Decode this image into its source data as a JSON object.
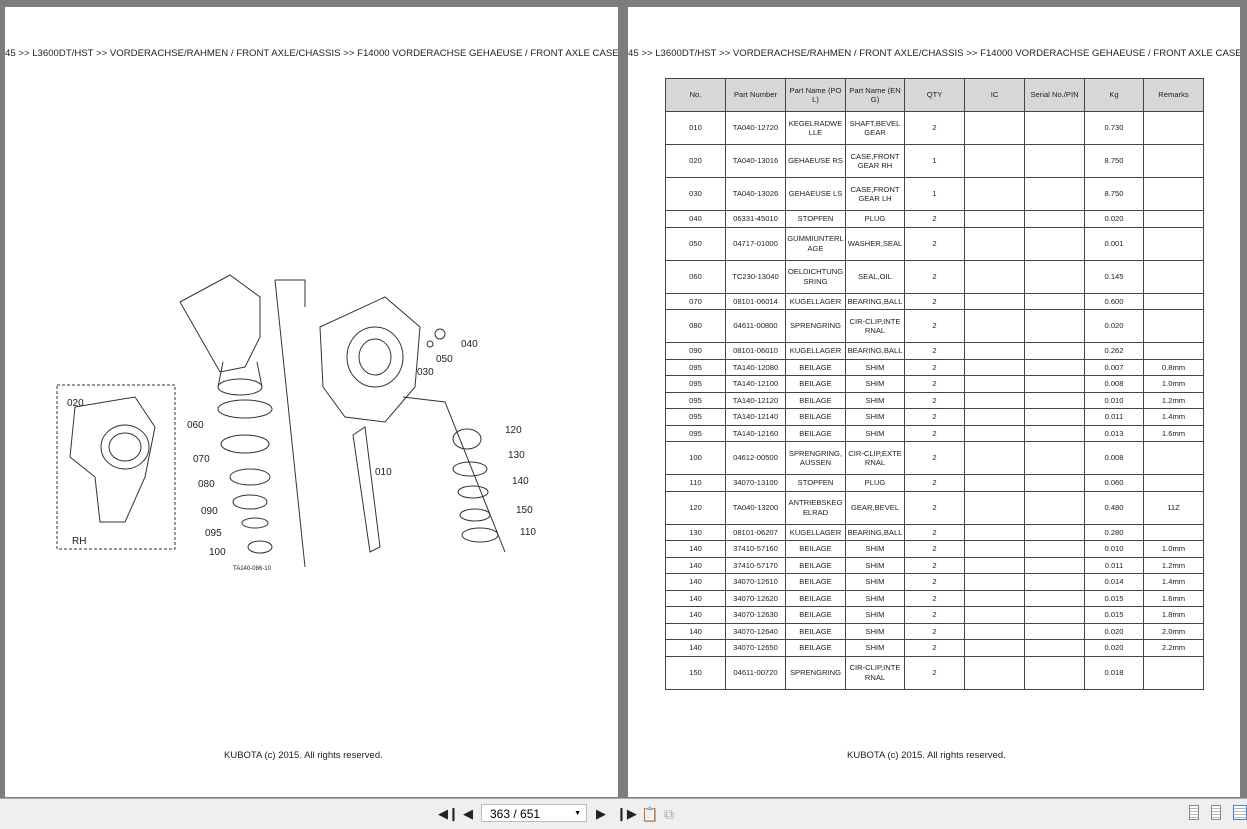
{
  "breadcrumb": "45 >> L3600DT/HST >> VORDERACHSE/RAHMEN / FRONT AXLE/CHASSIS >> F14000   VORDERACHSE GEHAEUSE / FRONT AXLE CASE",
  "footer": "KUBOTA (c) 2015. All rights reserved.",
  "diagram": {
    "labels": [
      "020",
      "060",
      "070",
      "080",
      "090",
      "095",
      "100",
      "RH",
      "010",
      "030",
      "040",
      "050",
      "120",
      "130",
      "140",
      "150",
      "110"
    ],
    "code": "TA140-086-10"
  },
  "table": {
    "headers": [
      "No.",
      "Part Number",
      "Part Name (POL)",
      "Part Name (ENG)",
      "QTY",
      "IC",
      "Serial No./PIN",
      "Kg",
      "Remarks"
    ],
    "rows": [
      [
        "010",
        "TA040-12720",
        "KEGELRADWELLE",
        "SHAFT,BEVEL GEAR",
        "2",
        "",
        "",
        "0.730",
        ""
      ],
      [
        "020",
        "TA040-13016",
        "GEHAEUSE RS",
        "CASE,FRONT GEAR RH",
        "1",
        "",
        "",
        "8.750",
        ""
      ],
      [
        "030",
        "TA040-13026",
        "GEHAEUSE LS",
        "CASE,FRONT GEAR LH",
        "1",
        "",
        "",
        "8.750",
        ""
      ],
      [
        "040",
        "06331-45010",
        "STOPFEN",
        "PLUG",
        "2",
        "",
        "",
        "0.020",
        ""
      ],
      [
        "050",
        "04717-01000",
        "GUMMIUNTERLAGE",
        "WASHER,SEAL",
        "2",
        "",
        "",
        "0.001",
        ""
      ],
      [
        "060",
        "TC230-13040",
        "OELDICHTUNGSRING",
        "SEAL,OIL",
        "2",
        "",
        "",
        "0.145",
        ""
      ],
      [
        "070",
        "08101-06014",
        "KUGELLAGER",
        "BEARING,BALL",
        "2",
        "",
        "",
        "0.600",
        ""
      ],
      [
        "080",
        "04611-00800",
        "SPRENGRING",
        "CIR-CLIP,INTERNAL",
        "2",
        "",
        "",
        "0.020",
        ""
      ],
      [
        "090",
        "08101-06010",
        "KUGELLAGER",
        "BEARING,BALL",
        "2",
        "",
        "",
        "0.262",
        ""
      ],
      [
        "095",
        "TA140-12080",
        "BEILAGE",
        "SHIM",
        "2",
        "",
        "",
        "0.007",
        "0.8mm"
      ],
      [
        "095",
        "TA140-12100",
        "BEILAGE",
        "SHIM",
        "2",
        "",
        "",
        "0.008",
        "1.0mm"
      ],
      [
        "095",
        "TA140-12120",
        "BEILAGE",
        "SHIM",
        "2",
        "",
        "",
        "0.010",
        "1.2mm"
      ],
      [
        "095",
        "TA140-12140",
        "BEILAGE",
        "SHIM",
        "2",
        "",
        "",
        "0.011",
        "1.4mm"
      ],
      [
        "095",
        "TA140-12160",
        "BEILAGE",
        "SHIM",
        "2",
        "",
        "",
        "0.013",
        "1.6mm"
      ],
      [
        "100",
        "04612-00500",
        "SPRENGRING,AUSSEN",
        "CIR-CLIP,EXTERNAL",
        "2",
        "",
        "",
        "0.008",
        ""
      ],
      [
        "110",
        "34070-13100",
        "STOPFEN",
        "PLUG",
        "2",
        "",
        "",
        "0.060",
        ""
      ],
      [
        "120",
        "TA040-13200",
        "ANTRIEBSKEGELRAD",
        "GEAR,BEVEL",
        "2",
        "",
        "",
        "0.480",
        "11Z"
      ],
      [
        "130",
        "08101-06207",
        "KUGELLAGER",
        "BEARING,BALL",
        "2",
        "",
        "",
        "0.280",
        ""
      ],
      [
        "140",
        "37410-57160",
        "BEILAGE",
        "SHIM",
        "2",
        "",
        "",
        "0.010",
        "1.0mm"
      ],
      [
        "140",
        "37410-57170",
        "BEILAGE",
        "SHIM",
        "2",
        "",
        "",
        "0.011",
        "1.2mm"
      ],
      [
        "140",
        "34070-12610",
        "BEILAGE",
        "SHIM",
        "2",
        "",
        "",
        "0.014",
        "1.4mm"
      ],
      [
        "140",
        "34070-12620",
        "BEILAGE",
        "SHIM",
        "2",
        "",
        "",
        "0.015",
        "1.6mm"
      ],
      [
        "140",
        "34070-12630",
        "BEILAGE",
        "SHIM",
        "2",
        "",
        "",
        "0.015",
        "1.8mm"
      ],
      [
        "140",
        "34070-12640",
        "BEILAGE",
        "SHIM",
        "2",
        "",
        "",
        "0.020",
        "2.0mm"
      ],
      [
        "140",
        "34070-12650",
        "BEILAGE",
        "SHIM",
        "2",
        "",
        "",
        "0.020",
        "2.2mm"
      ],
      [
        "150",
        "04611-00720",
        "SPRENGRING",
        "CIR-CLIP,INTERNAL",
        "2",
        "",
        "",
        "0.018",
        ""
      ]
    ]
  },
  "toolbar": {
    "page_value": "363 / 651",
    "buttons": [
      "first-page",
      "previous-page",
      "next-page",
      "last-page",
      "copy",
      "paste"
    ]
  }
}
